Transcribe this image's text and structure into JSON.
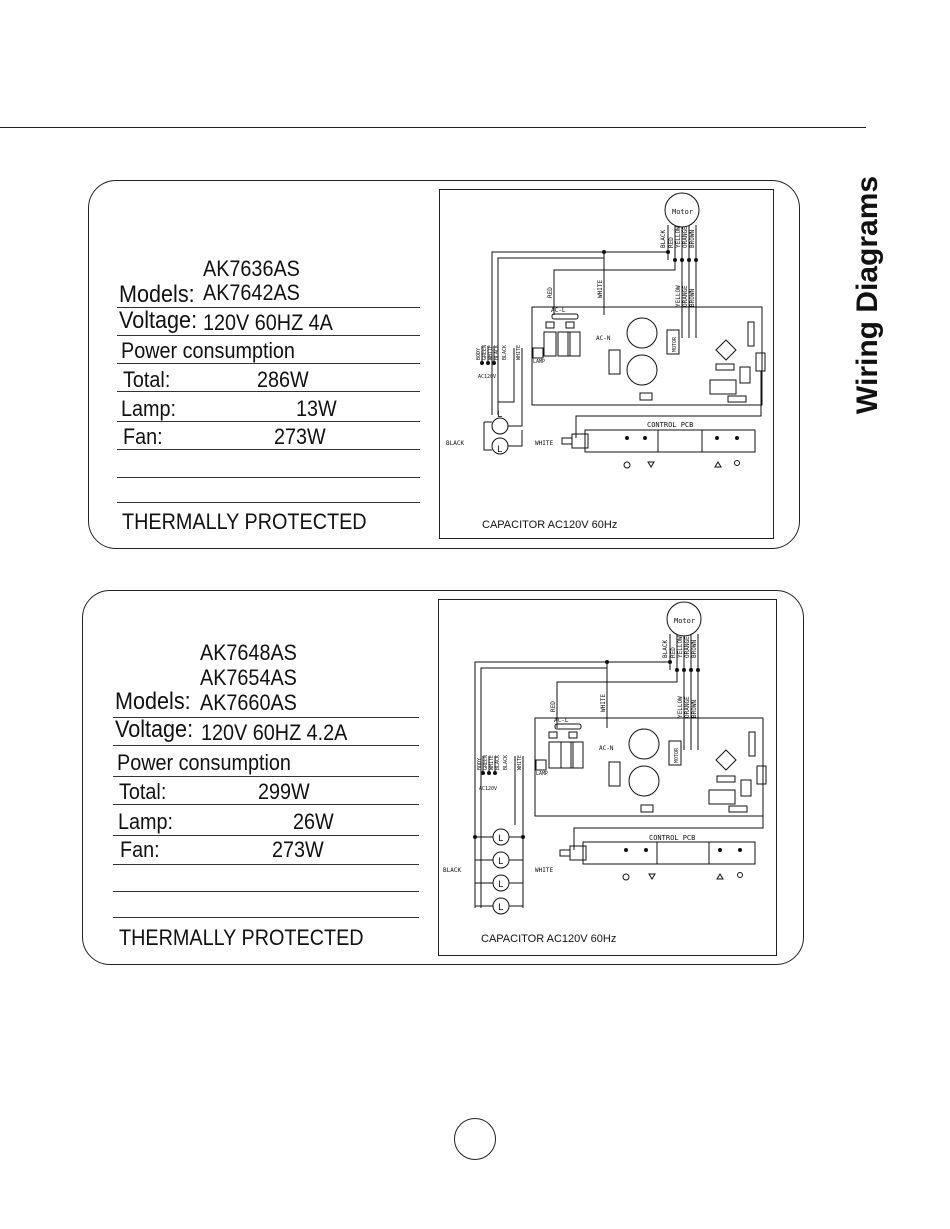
{
  "side_title": "Wiring Diagrams",
  "panels": [
    {
      "models_label": "Models:",
      "models": [
        "AK7636AS",
        "AK7642AS"
      ],
      "voltage_label": "Voltage:",
      "voltage_value": "120V   60HZ   4A",
      "power_label": "Power consumption",
      "total_label": "Total:",
      "total_value": "286W",
      "lamp_label": "Lamp:",
      "lamp_value": "13W",
      "fan_label": "Fan:",
      "fan_value": "273W",
      "thermal": "THERMALLY PROTECTED",
      "capacitor": "CAPACITOR   AC120V 60Hz"
    },
    {
      "models_label": "Models:",
      "models": [
        "AK7648AS",
        "AK7654AS",
        "AK7660AS"
      ],
      "voltage_label": "Voltage:",
      "voltage_value": "120V   60HZ   4.2A",
      "power_label": "Power consumption",
      "total_label": "Total:",
      "total_value": "299W",
      "lamp_label": "Lamp:",
      "lamp_value": "26W",
      "fan_label": "Fan:",
      "fan_value": "273W",
      "thermal": "THERMALLY PROTECTED",
      "capacitor": "CAPACITOR   AC120V 60Hz"
    }
  ],
  "diagram_labels": {
    "motor": "Motor",
    "wires_motor": [
      "BLACK",
      "RED",
      "YELLOW",
      "ORANGE",
      "BROWN"
    ],
    "wires_board": [
      "YELLOW",
      "ORANGE",
      "BROWN"
    ],
    "red": "RED",
    "white": "WHITE",
    "ac_l": "AC-L",
    "ac_n": "AC-N",
    "motor_conn": "MOTOR",
    "lamp_conn": "LAMP",
    "ac_wires": [
      "BODY",
      "GREEN",
      "WHITE",
      "BLACK"
    ],
    "ac_bottom": "AC120V",
    "black": "BLACK",
    "white_lamp": "WHITE",
    "lamp_symbol": "L",
    "control_pcb": "CONTROL  PCB"
  }
}
